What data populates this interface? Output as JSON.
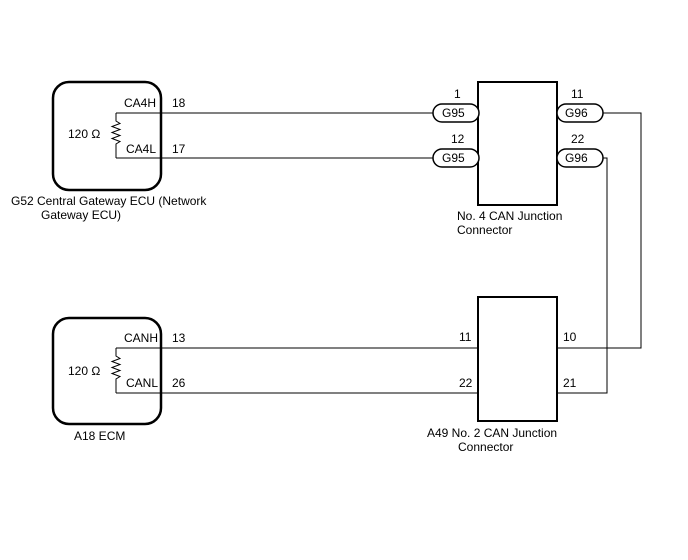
{
  "gateway": {
    "caption_line1": "G52 Central Gateway ECU (Network",
    "caption_line2": "Gateway ECU)",
    "resistance": "120 Ω",
    "high_label": "CA4H",
    "high_pin": "18",
    "low_label": "CA4L",
    "low_pin": "17"
  },
  "ecm": {
    "caption": "A18 ECM",
    "resistance": "120 Ω",
    "high_label": "CANH",
    "high_pin": "13",
    "low_label": "CANL",
    "low_pin": "26"
  },
  "junction4": {
    "caption_line1": "No. 4 CAN Junction",
    "caption_line2": "Connector",
    "left_pins": [
      "1",
      "12"
    ],
    "right_pins": [
      "11",
      "22"
    ],
    "left_connector": "G95",
    "right_connector": "G96"
  },
  "junction2": {
    "caption_line1": "A49  No. 2 CAN Junction",
    "caption_line2": "Connector",
    "left_pins": [
      "11",
      "22"
    ],
    "right_pins": [
      "10",
      "21"
    ]
  }
}
